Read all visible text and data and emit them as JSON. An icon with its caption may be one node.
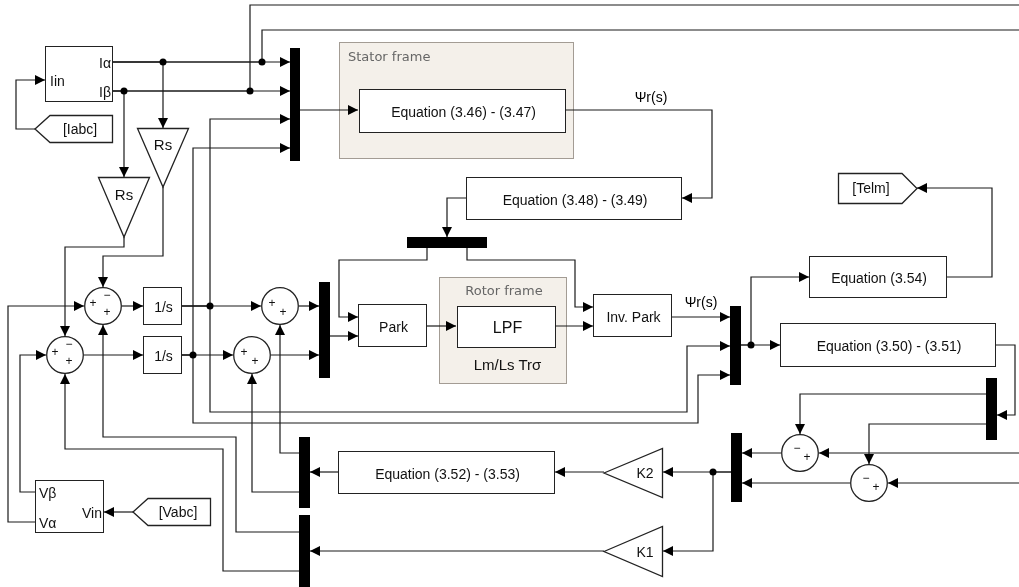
{
  "diagram": {
    "nodes": [
      {
        "text": [
          "Iin",
          "Iα",
          "Iβ"
        ]
      },
      {
        "text": [
          "[Iabc]"
        ]
      },
      {
        "text": [
          "Stator frame"
        ]
      },
      {
        "text": [
          "Equation (3.46) - (3.47)"
        ],
        "in": 2
      },
      {
        "text": [],
        "shape": "bar"
      },
      {
        "text": [
          "Rs"
        ]
      },
      {
        "text": [
          "Rs"
        ]
      },
      {
        "text": [
          "[Telm]"
        ]
      },
      {
        "text": [
          "Equation (3.48) - (3.49)"
        ]
      },
      {
        "text": [],
        "shape": "bar"
      },
      {
        "text": [
          "Equation (3.54)"
        ]
      },
      {
        "text": [
          "+",
          "−",
          "+"
        ]
      },
      {
        "text": [
          "+",
          "−",
          "+"
        ]
      },
      {
        "text": [
          "1/s"
        ]
      },
      {
        "text": [
          "1/s"
        ]
      },
      {
        "text": [
          "+",
          "+"
        ]
      },
      {
        "text": [
          "+",
          "+"
        ]
      },
      {
        "text": [],
        "shape": "bar"
      },
      {
        "text": [
          "Park"
        ]
      },
      {
        "text": [
          "Rotor frame"
        ]
      },
      {
        "text": [
          "LPF"
        ],
        "in": 19,
        "beside": [
          "Lm/Ls Trσ"
        ]
      },
      {
        "text": [
          "Inv. Park"
        ]
      },
      {
        "text": [],
        "shape": "bar"
      },
      {
        "text": [
          "Equation (3.50) - (3.51)"
        ]
      },
      {
        "text": [],
        "shape": "bar"
      },
      {
        "text": [
          "−",
          "+"
        ]
      },
      {
        "text": [
          "−",
          "+"
        ]
      },
      {
        "text": [],
        "shape": "bar"
      },
      {
        "text": [
          "Equation (3.52) - (3.53)"
        ]
      },
      {
        "text": [
          "K2"
        ]
      },
      {
        "text": [],
        "shape": "bar"
      },
      {
        "text": [
          "Vβ",
          "Vin",
          "Vα"
        ]
      },
      {
        "text": [
          "[Vabc]"
        ]
      },
      {
        "text": [],
        "shape": "bar"
      },
      {
        "text": [
          "K1"
        ]
      }
    ],
    "edges": [
      {
        "from": 1,
        "to": 0,
        "arrow": "to"
      },
      {
        "from": 0,
        "to": 4,
        "arrow": "to"
      },
      {
        "from": 0,
        "to": 5,
        "arrow": "to"
      },
      {
        "from": 0,
        "to": null,
        "arrow": "none"
      },
      {
        "from": 0,
        "to": 4,
        "arrow": "to"
      },
      {
        "from": 0,
        "to": 6,
        "arrow": "to"
      },
      {
        "from": 0,
        "to": null,
        "arrow": "none"
      },
      {
        "from": 4,
        "to": 3,
        "arrow": "to"
      },
      {
        "from": 3,
        "to": 8,
        "arrow": "to",
        "label": "Ψr(s)"
      },
      {
        "from": 8,
        "to": 9,
        "arrow": "to"
      },
      {
        "from": 9,
        "to": 18,
        "arrow": "to"
      },
      {
        "from": 9,
        "to": 21,
        "arrow": "to"
      },
      {
        "from": 5,
        "to": 11,
        "arrow": "to"
      },
      {
        "from": 6,
        "to": 12,
        "arrow": "to"
      },
      {
        "from": 31,
        "to": 11,
        "arrow": "to"
      },
      {
        "from": 31,
        "to": 12,
        "arrow": "to"
      },
      {
        "from": 33,
        "to": 11,
        "arrow": "to"
      },
      {
        "from": 33,
        "to": 12,
        "arrow": "to"
      },
      {
        "from": 11,
        "to": 13,
        "arrow": "to"
      },
      {
        "from": 12,
        "to": 14,
        "arrow": "to"
      },
      {
        "from": 13,
        "to": 15,
        "arrow": "to"
      },
      {
        "from": 13,
        "to": 4,
        "arrow": "to"
      },
      {
        "from": 13,
        "to": 22,
        "arrow": "to"
      },
      {
        "from": 14,
        "to": 16,
        "arrow": "to"
      },
      {
        "from": 14,
        "to": 4,
        "arrow": "to"
      },
      {
        "from": 14,
        "to": 22,
        "arrow": "to"
      },
      {
        "from": 27,
        "to": 15,
        "arrow": "to"
      },
      {
        "from": 27,
        "to": 16,
        "arrow": "to"
      },
      {
        "from": 15,
        "to": 17,
        "arrow": "to"
      },
      {
        "from": 16,
        "to": 17,
        "arrow": "to"
      },
      {
        "from": 17,
        "to": 18,
        "arrow": "to"
      },
      {
        "from": 18,
        "to": 20,
        "arrow": "to"
      },
      {
        "from": 20,
        "to": 21,
        "arrow": "to"
      },
      {
        "from": 21,
        "to": 22,
        "arrow": "to",
        "label": "Ψr(s)"
      },
      {
        "from": 22,
        "to": 23,
        "arrow": "to"
      },
      {
        "from": 22,
        "to": 10,
        "arrow": "to"
      },
      {
        "from": 10,
        "to": 7,
        "arrow": "to"
      },
      {
        "from": 23,
        "to": 24,
        "arrow": "to"
      },
      {
        "from": 24,
        "to": 25,
        "arrow": "to"
      },
      {
        "from": 24,
        "to": 26,
        "arrow": "to"
      },
      {
        "from": null,
        "to": 25,
        "arrow": "to"
      },
      {
        "from": null,
        "to": 26,
        "arrow": "to"
      },
      {
        "from": 25,
        "to": 30,
        "arrow": "to"
      },
      {
        "from": 26,
        "to": 30,
        "arrow": "to"
      },
      {
        "from": 30,
        "to": 29,
        "arrow": "to"
      },
      {
        "from": 30,
        "to": 34,
        "arrow": "to"
      },
      {
        "from": 29,
        "to": 28,
        "arrow": "to"
      },
      {
        "from": 28,
        "to": 27,
        "arrow": "to"
      },
      {
        "from": 34,
        "to": 33,
        "arrow": "to"
      },
      {
        "from": 32,
        "to": 31,
        "arrow": "to"
      }
    ]
  }
}
